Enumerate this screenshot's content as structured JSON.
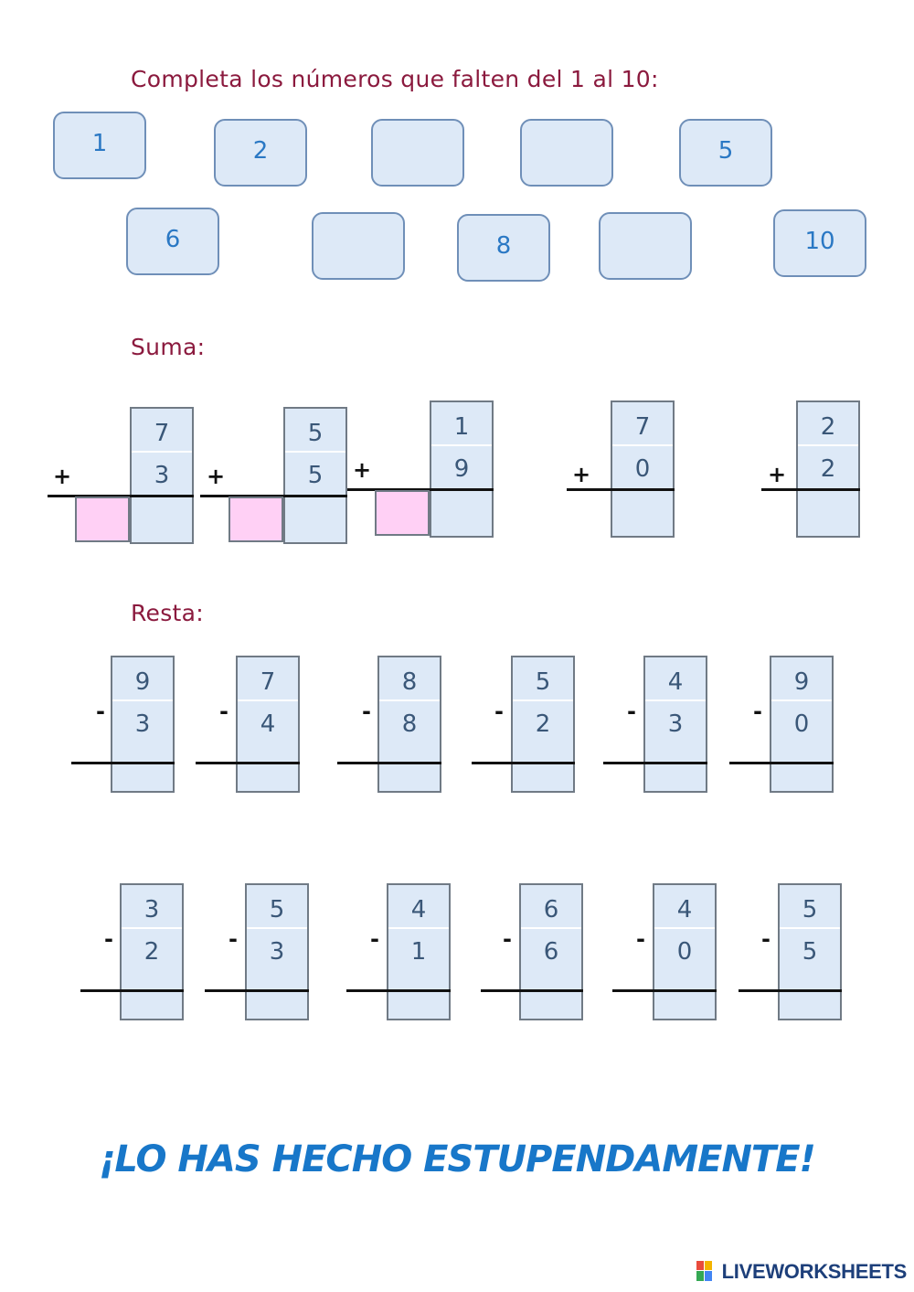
{
  "section1": {
    "heading": "Completa los números que falten del 1 al 10:",
    "boxes": [
      "1",
      "2",
      "",
      "",
      "5",
      "6",
      "",
      "8",
      "",
      "10"
    ]
  },
  "suma": {
    "heading": "Suma:",
    "sign": "+",
    "problems": [
      {
        "top": "7",
        "bottom": "3",
        "carry": true
      },
      {
        "top": "5",
        "bottom": "5",
        "carry": true
      },
      {
        "top": "1",
        "bottom": "9",
        "carry": true
      },
      {
        "top": "7",
        "bottom": "0",
        "carry": false
      },
      {
        "top": "2",
        "bottom": "2",
        "carry": false
      }
    ]
  },
  "resta": {
    "heading": "Resta:",
    "sign": "-",
    "row1": [
      {
        "top": "9",
        "bottom": "3"
      },
      {
        "top": "7",
        "bottom": "4"
      },
      {
        "top": "8",
        "bottom": "8"
      },
      {
        "top": "5",
        "bottom": "2"
      },
      {
        "top": "4",
        "bottom": "3"
      },
      {
        "top": "9",
        "bottom": "0"
      }
    ],
    "row2": [
      {
        "top": "3",
        "bottom": "2"
      },
      {
        "top": "5",
        "bottom": "3"
      },
      {
        "top": "4",
        "bottom": "1"
      },
      {
        "top": "6",
        "bottom": "6"
      },
      {
        "top": "4",
        "bottom": "0"
      },
      {
        "top": "5",
        "bottom": "5"
      }
    ]
  },
  "footer": {
    "message": "¡LO HAS HECHO ESTUPENDAMENTE!",
    "logo_text": "LIVEWORKSHEETS"
  },
  "colors": {
    "heading": "#8b1a3e",
    "box_fill": "#dde9f7",
    "number_text": "#2a78c4",
    "carry_fill": "#ffd0f5",
    "message": "#1877c9"
  }
}
